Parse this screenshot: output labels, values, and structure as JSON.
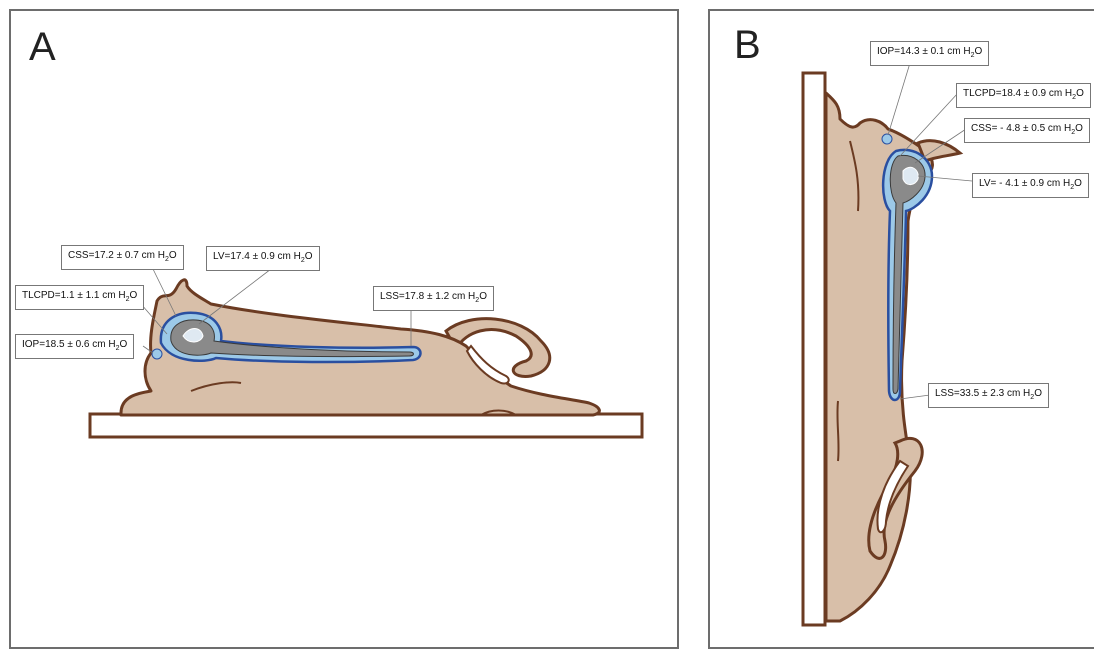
{
  "panels": [
    {
      "letter": "A",
      "labels": {
        "css": {
          "name": "CSS",
          "value": "17.2 ± 0.7 cm H",
          "sub": "2",
          "tail": "O"
        },
        "lv": {
          "name": "LV",
          "value": "17.4 ± 0.9 cm H",
          "sub": "2",
          "tail": "O"
        },
        "tlcpd": {
          "name": "TLCPD",
          "value": "1.1 ± 1.1 cm H",
          "sub": "2",
          "tail": "O"
        },
        "lss": {
          "name": "LSS",
          "value": "17.8 ± 1.2 cm H",
          "sub": "2",
          "tail": "O"
        },
        "iop": {
          "name": "IOP",
          "value": "18.5 ± 0.6 cm H",
          "sub": "2",
          "tail": "O"
        }
      }
    },
    {
      "letter": "B",
      "labels": {
        "iop": {
          "name": "IOP",
          "value": "14.3 ± 0.1 cm H",
          "sub": "2",
          "tail": "O"
        },
        "tlcpd": {
          "name": "TLCPD",
          "value": "18.4 ± 0.9 cm H",
          "sub": "2",
          "tail": "O"
        },
        "css": {
          "name": "CSS",
          "value": " - 4.8 ± 0.5 cm H",
          "sub": "2",
          "tail": "O"
        },
        "lv": {
          "name": "LV",
          "value": " - 4.1 ± 0.9 cm H",
          "sub": "2",
          "tail": "O"
        },
        "lss": {
          "name": "LSS",
          "value": "33.5 ± 2.3 cm H",
          "sub": "2",
          "tail": "O"
        }
      }
    }
  ],
  "colors": {
    "cat_fill": "#d8bfa9",
    "cat_outline": "#6b3b22",
    "csf_fill": "#9cc9e8",
    "csf_outline": "#2a4fa0",
    "cord_fill": "#8a8a8a",
    "panel_border": "#6d6d6d"
  }
}
